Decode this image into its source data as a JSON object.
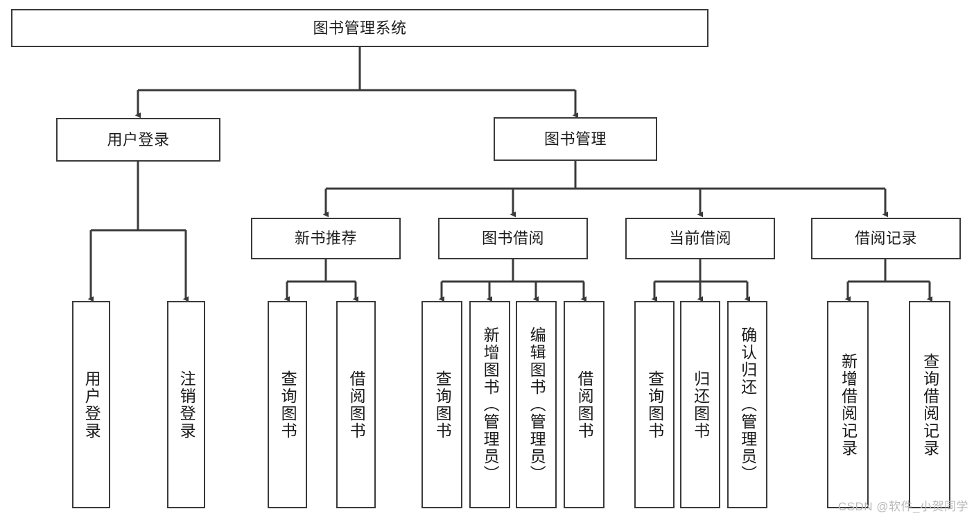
{
  "diagram": {
    "type": "tree-hierarchy",
    "title": "图书管理系统",
    "watermark": "CSDN @软件_小贺同学",
    "colors": {
      "stroke": "#3a3a3a",
      "fill": "#ffffff",
      "text": "#1b1b1b",
      "watermark": "#b9b9b9"
    },
    "nodes": {
      "root": {
        "label": "图书管理系统"
      },
      "level2": [
        {
          "id": "user-login",
          "label": "用户登录"
        },
        {
          "id": "book-manage",
          "label": "图书管理"
        }
      ],
      "level3": [
        {
          "id": "new-book-recommend",
          "label": "新书推荐"
        },
        {
          "id": "book-borrow",
          "label": "图书借阅"
        },
        {
          "id": "current-borrow",
          "label": "当前借阅"
        },
        {
          "id": "borrow-record",
          "label": "借阅记录"
        }
      ],
      "leaves": {
        "user-login": [
          {
            "id": "leaf-user-login",
            "label": "用户登录"
          },
          {
            "id": "leaf-logout",
            "label": "注销登录"
          }
        ],
        "new-book-recommend": [
          {
            "id": "leaf-query-book-1",
            "label": "查询图书"
          },
          {
            "id": "leaf-borrow-book-1",
            "label": "借阅图书"
          }
        ],
        "book-borrow": [
          {
            "id": "leaf-query-book-2",
            "label": "查询图书"
          },
          {
            "id": "leaf-add-book",
            "label": "新增图书（管理员）"
          },
          {
            "id": "leaf-edit-book",
            "label": "编辑图书（管理员）"
          },
          {
            "id": "leaf-borrow-book-2",
            "label": "借阅图书"
          }
        ],
        "current-borrow": [
          {
            "id": "leaf-query-book-3",
            "label": "查询图书"
          },
          {
            "id": "leaf-return-book",
            "label": "归还图书"
          },
          {
            "id": "leaf-confirm-return",
            "label": "确认归还（管理员）"
          }
        ],
        "borrow-record": [
          {
            "id": "leaf-add-record",
            "label": "新增借阅记录"
          },
          {
            "id": "leaf-query-record",
            "label": "查询借阅记录"
          }
        ]
      }
    }
  }
}
